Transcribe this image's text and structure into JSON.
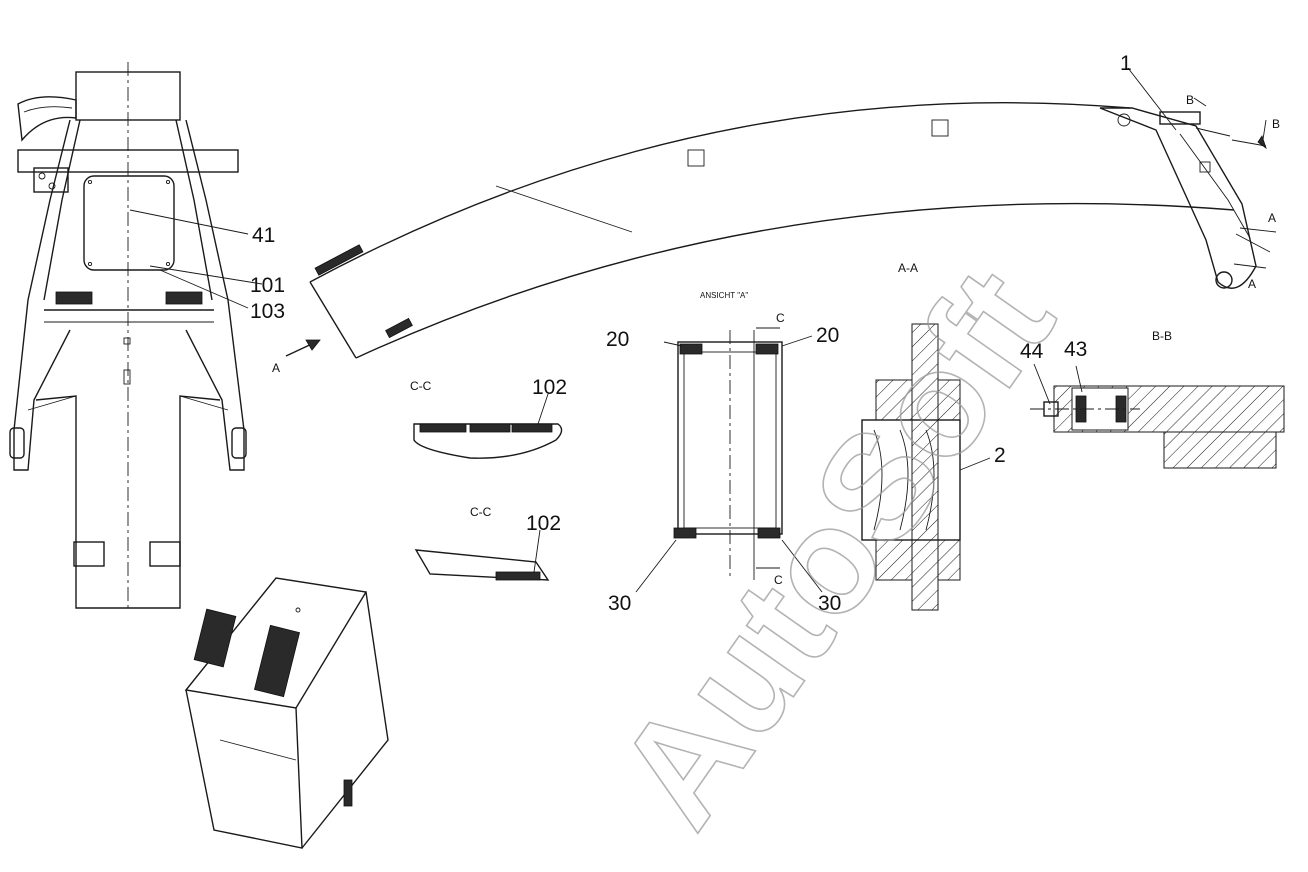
{
  "watermark": "AutoSoft",
  "callouts": {
    "c1": "1",
    "c2": "2",
    "c20_left": "20",
    "c20_right": "20",
    "c30_left": "30",
    "c30_right": "30",
    "c41": "41",
    "c43": "43",
    "c44": "44",
    "c101": "101",
    "c102_top": "102",
    "c102_bottom": "102",
    "c103": "103"
  },
  "section_labels": {
    "view_a_arrow": "A",
    "section_aa": "A-A",
    "section_bb": "B-B",
    "section_cc_top": "C-C",
    "section_cc_bottom": "C-C",
    "ansicht_a": "ANSICHT \"A\"",
    "cut_b_top": "B",
    "cut_b_right": "B",
    "cut_a_upper": "A",
    "cut_a_lower": "A",
    "cut_c_top": "C",
    "cut_c_bottom": "C"
  },
  "colors": {
    "line": "#1a1a1a",
    "watermark": "#9a9a9a",
    "background": "#ffffff"
  }
}
